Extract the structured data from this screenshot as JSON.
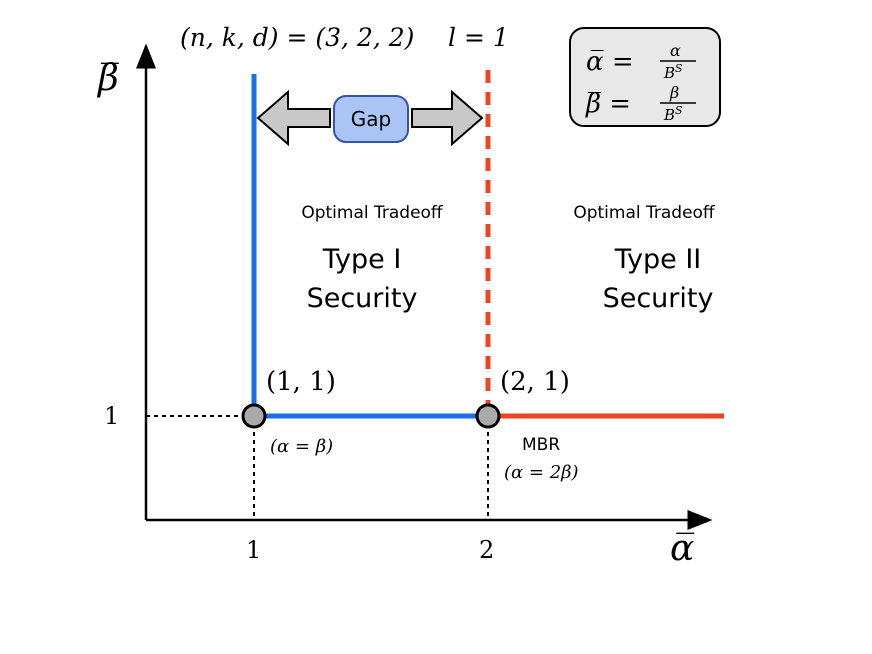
{
  "header": {
    "params_label": "(n, k, d) = (3, 2, 2)",
    "l_label": "l = 1"
  },
  "legend_box": {
    "alpha_def": "α̅ = α / B^S",
    "beta_def": "β̅ = β / B^S",
    "alpha_lhs": "α̅ =",
    "beta_lhs": "β̅ =",
    "alpha_num": "α",
    "beta_num": "β",
    "den_base": "B",
    "den_sup": "S"
  },
  "axes": {
    "y_label": "β̅",
    "x_label": "α̅",
    "y_tick_1": "1",
    "x_tick_1": "1",
    "x_tick_2": "2"
  },
  "gap_label": "Gap",
  "regions": {
    "type1": {
      "caption": "Optimal Tradeoff",
      "line1": "Type I",
      "line2": "Security"
    },
    "type2": {
      "caption": "Optimal Tradeoff",
      "line1": "Type II",
      "line2": "Security"
    }
  },
  "points": {
    "p1": {
      "coord": "(1, 1)",
      "note": "(α = β)"
    },
    "p2": {
      "coord": "(2, 1)",
      "tag": "MBR",
      "note": "(α = 2β)"
    }
  },
  "colors": {
    "blue": "#1a6ee6",
    "red_orange": "#ee4422",
    "gap_fill": "#a9c4f5",
    "gap_stroke": "#3355aa",
    "arrow_fill": "#c8c8c8",
    "box_fill": "#e8e8e8",
    "point_fill": "#aaaaaa"
  }
}
